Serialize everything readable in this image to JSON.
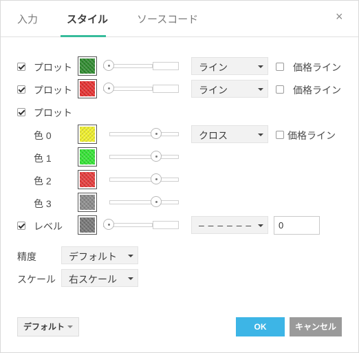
{
  "tabs": [
    {
      "label": "入力"
    },
    {
      "label": "スタイル"
    },
    {
      "label": "ソースコード"
    }
  ],
  "close_glyph": "×",
  "plots": [
    {
      "checked": true,
      "label": "プロット",
      "color": "#2e8b2e",
      "type": "ライン",
      "price_line_label": "価格ライン",
      "price_line_checked": false
    },
    {
      "checked": true,
      "label": "プロット",
      "color": "#e83030",
      "type": "ライン",
      "price_line_label": "価格ライン",
      "price_line_checked": false
    },
    {
      "checked": true,
      "label": "プロット"
    }
  ],
  "colors": [
    {
      "label": "色 0",
      "color": "#f2f22a",
      "type": "クロス",
      "price_line_label": "価格ライン",
      "price_line_checked": false
    },
    {
      "label": "色 1",
      "color": "#33e633"
    },
    {
      "label": "色 2",
      "color": "#e83a3a"
    },
    {
      "label": "色 3",
      "color": "#8c8c8c"
    }
  ],
  "level": {
    "checked": true,
    "label": "レベル",
    "color": "#777777",
    "line_style": "– – – – – –",
    "value": "0"
  },
  "precision": {
    "label": "精度",
    "value": "デフォルト"
  },
  "scale": {
    "label": "スケール",
    "value": "右スケール"
  },
  "footer": {
    "default_label": "デフォルト",
    "ok_label": "OK",
    "cancel_label": "キャンセル"
  }
}
